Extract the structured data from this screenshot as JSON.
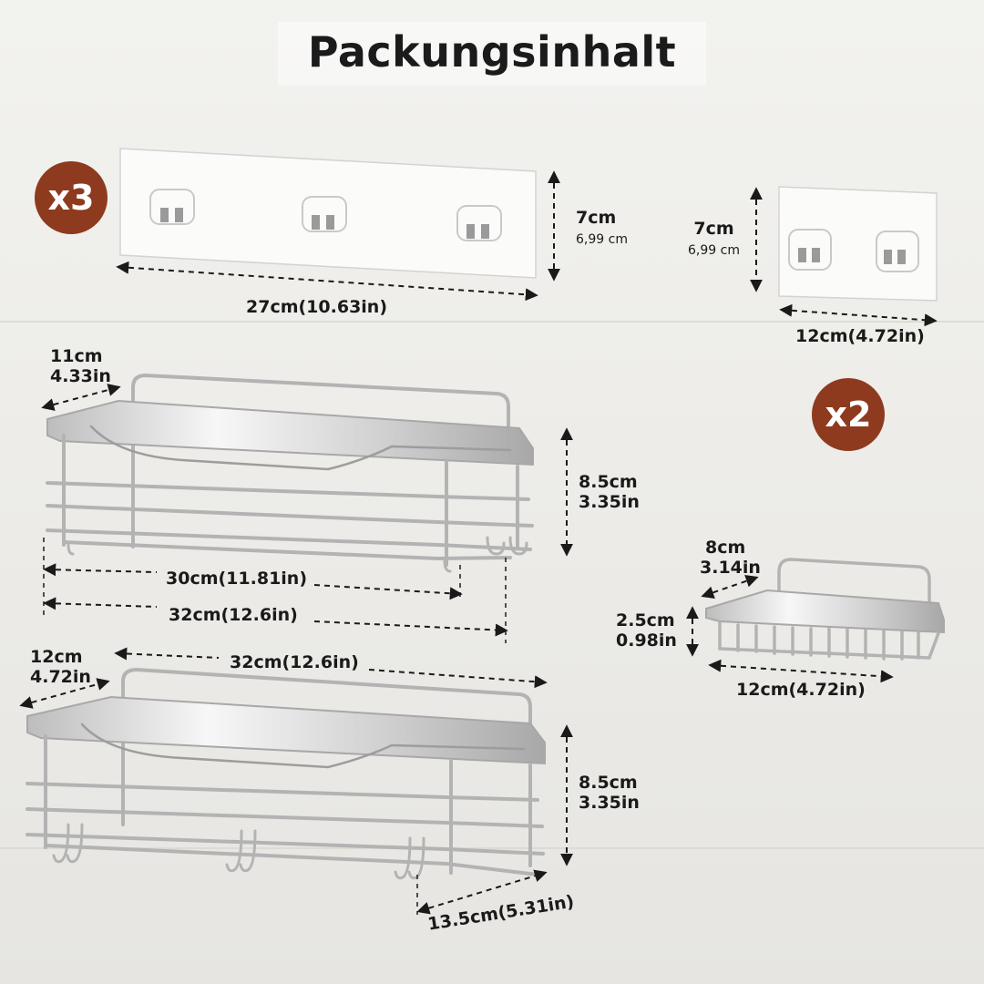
{
  "header": {
    "title": "Packungsinhalt"
  },
  "badges": {
    "strips_qty": "x3",
    "dishes_qty": "x2"
  },
  "colors": {
    "badge": "#8e3a1e",
    "metal": "#b9b9b9",
    "text": "#1a1a1a"
  },
  "icons": {
    "hook": "adhesive-hook-icon",
    "basket": "shower-basket-icon",
    "soap": "soap-dish-icon"
  },
  "strip_large": {
    "height": "7cm",
    "height_alt": "6,99 cm",
    "width": "27cm(10.63in)"
  },
  "strip_small": {
    "height": "7cm",
    "height_alt": "6,99 cm",
    "width": "12cm(4.72in)"
  },
  "basket_upper": {
    "depth_cm": "11cm",
    "depth_in": "4.33in",
    "height_cm": "8.5cm",
    "height_in": "3.35in",
    "inner_width": "30cm(11.81in)",
    "outer_width": "32cm(12.6in)"
  },
  "basket_lower": {
    "depth_cm": "12cm",
    "depth_in": "4.72in",
    "width": "32cm(12.6in)",
    "height_cm": "8.5cm",
    "height_in": "3.35in",
    "front_width": "13.5cm(5.31in)"
  },
  "soap_dish": {
    "depth_cm": "8cm",
    "depth_in": "3.14in",
    "height_cm": "2.5cm",
    "height_in": "0.98in",
    "width": "12cm(4.72in)"
  }
}
